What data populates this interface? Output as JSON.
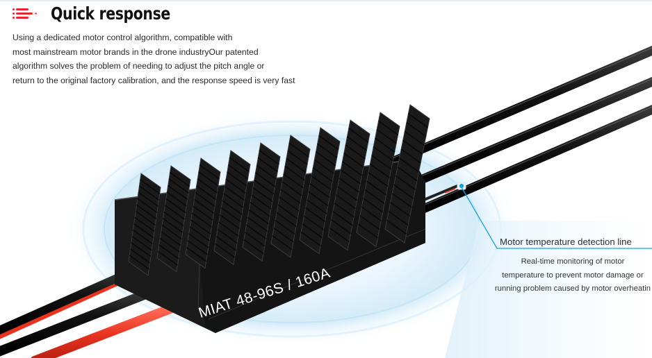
{
  "section": {
    "icon": "speed-lines-icon",
    "title": "Quick response",
    "accent_color": "#e8262d",
    "description_lines": [
      "Using a dedicated motor control algorithm, compatible with",
      "most mainstream motor brands in the drone industryOur patented",
      "algorithm solves the problem of needing to adjust the pitch angle or",
      "return to the original factory calibration, and the response speed is very fast"
    ]
  },
  "product": {
    "model_label": "MIAT  48-96S / 160A",
    "image_alt": "ESC with finned heatsink and power cables"
  },
  "callout": {
    "title": "Motor temperature detection line",
    "line_color": "#1aa3e0",
    "body_lines": [
      "Real-time monitoring of motor",
      "temperature to prevent motor damage or",
      "running problem caused by motor overheatin"
    ]
  }
}
